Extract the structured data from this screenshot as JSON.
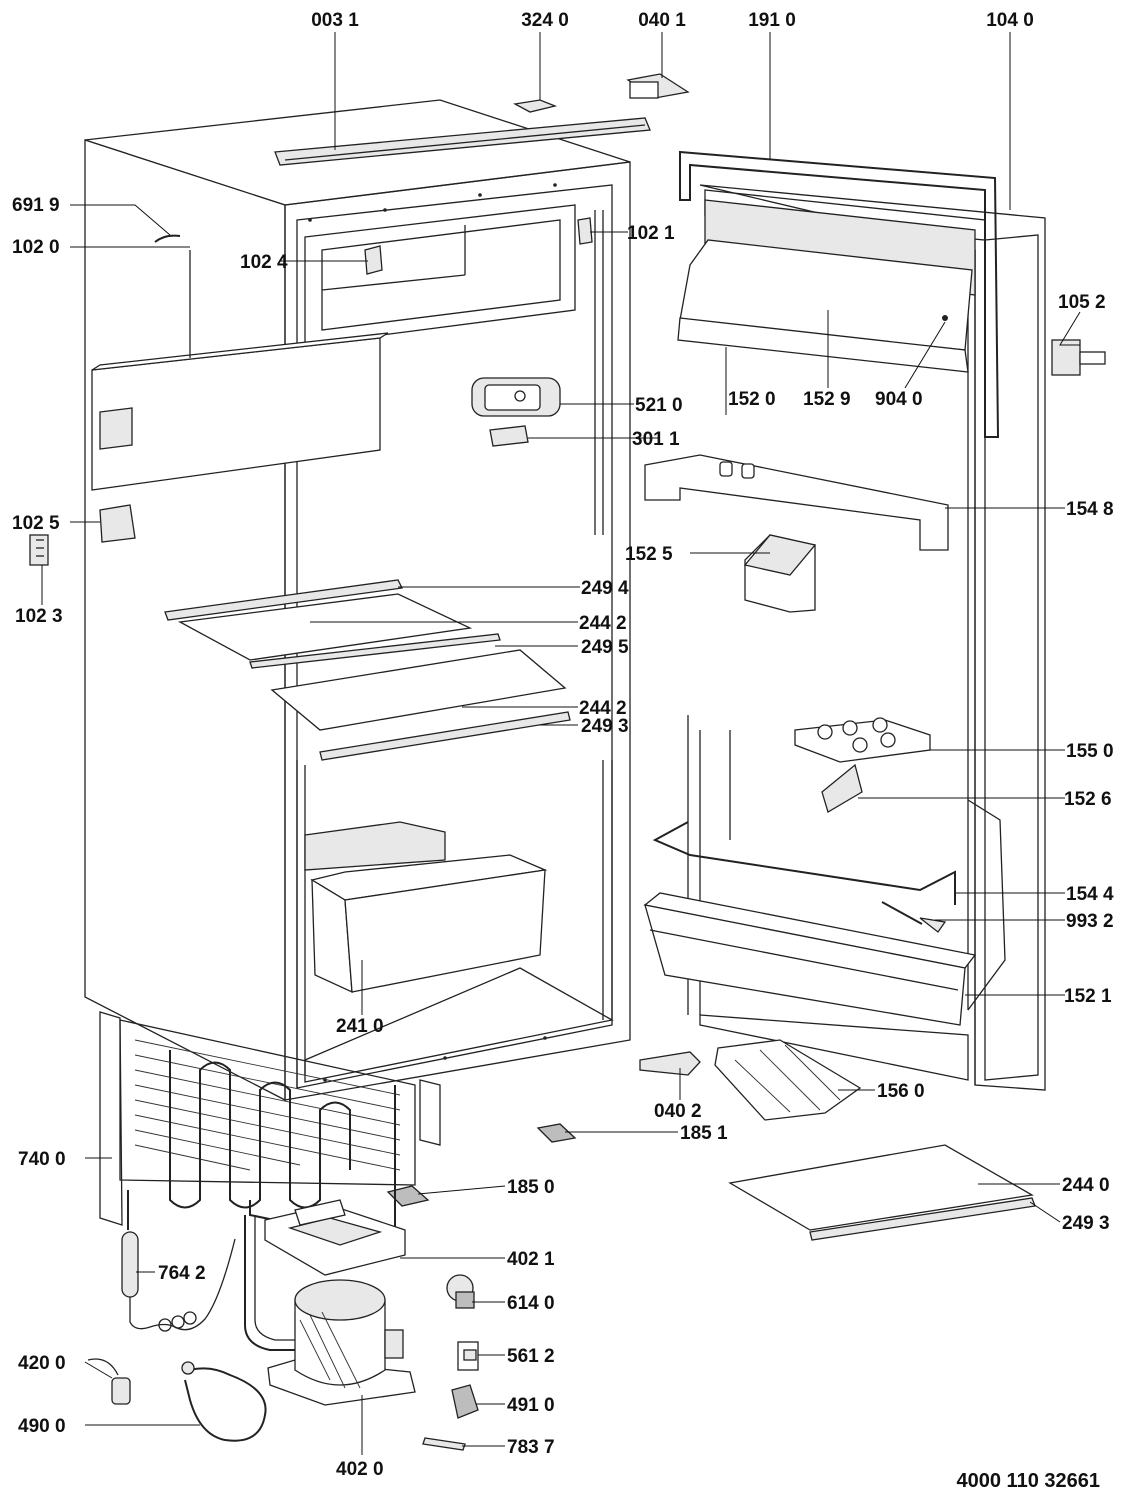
{
  "diagram": {
    "document_number": "4000 110 32661",
    "part_labels": [
      "003 1",
      "324 0",
      "040 1",
      "191 0",
      "104 0",
      "691 9",
      "102 0",
      "102 4",
      "102 1",
      "105 2",
      "521 0",
      "152 0",
      "152 9",
      "904 0",
      "301 1",
      "102 5",
      "102 3",
      "154 8",
      "152 5",
      "249 4",
      "244 2",
      "249 5",
      "244 2",
      "249 3",
      "155 0",
      "152 6",
      "154 4",
      "993 2",
      "152 1",
      "241 0",
      "156 0",
      "040 2",
      "185 1",
      "740 0",
      "185 0",
      "244 0",
      "249 3",
      "764 2",
      "402 1",
      "614 0",
      "561 2",
      "420 0",
      "491 0",
      "490 0",
      "783 7",
      "402 0"
    ]
  }
}
